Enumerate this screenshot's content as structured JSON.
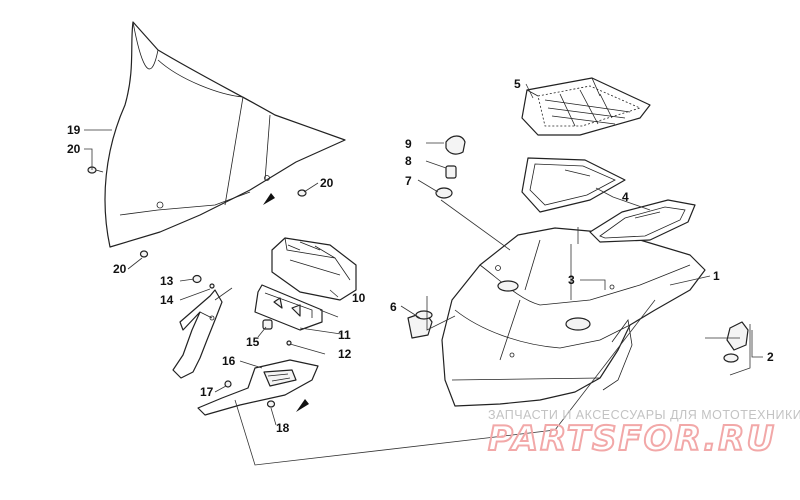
{
  "callouts": {
    "c1": "1",
    "c2": "2",
    "c3": "3",
    "c4": "4",
    "c5": "5",
    "c6": "6",
    "c7": "7",
    "c8": "8",
    "c9": "9",
    "c10": "10",
    "c11": "11",
    "c12": "12",
    "c13": "13",
    "c14": "14",
    "c15": "15",
    "c16": "16",
    "c17": "17",
    "c18": "18",
    "c19": "19",
    "c20a": "20",
    "c20b": "20",
    "c20c": "20"
  },
  "watermark": {
    "subtitle": "ЗАПЧАСТИ И АКСЕССУАРЫ ДЛЯ МОТОТЕХНИКИ",
    "brand": "PARTSFOR.RU",
    "color": "#f2a8a8"
  }
}
